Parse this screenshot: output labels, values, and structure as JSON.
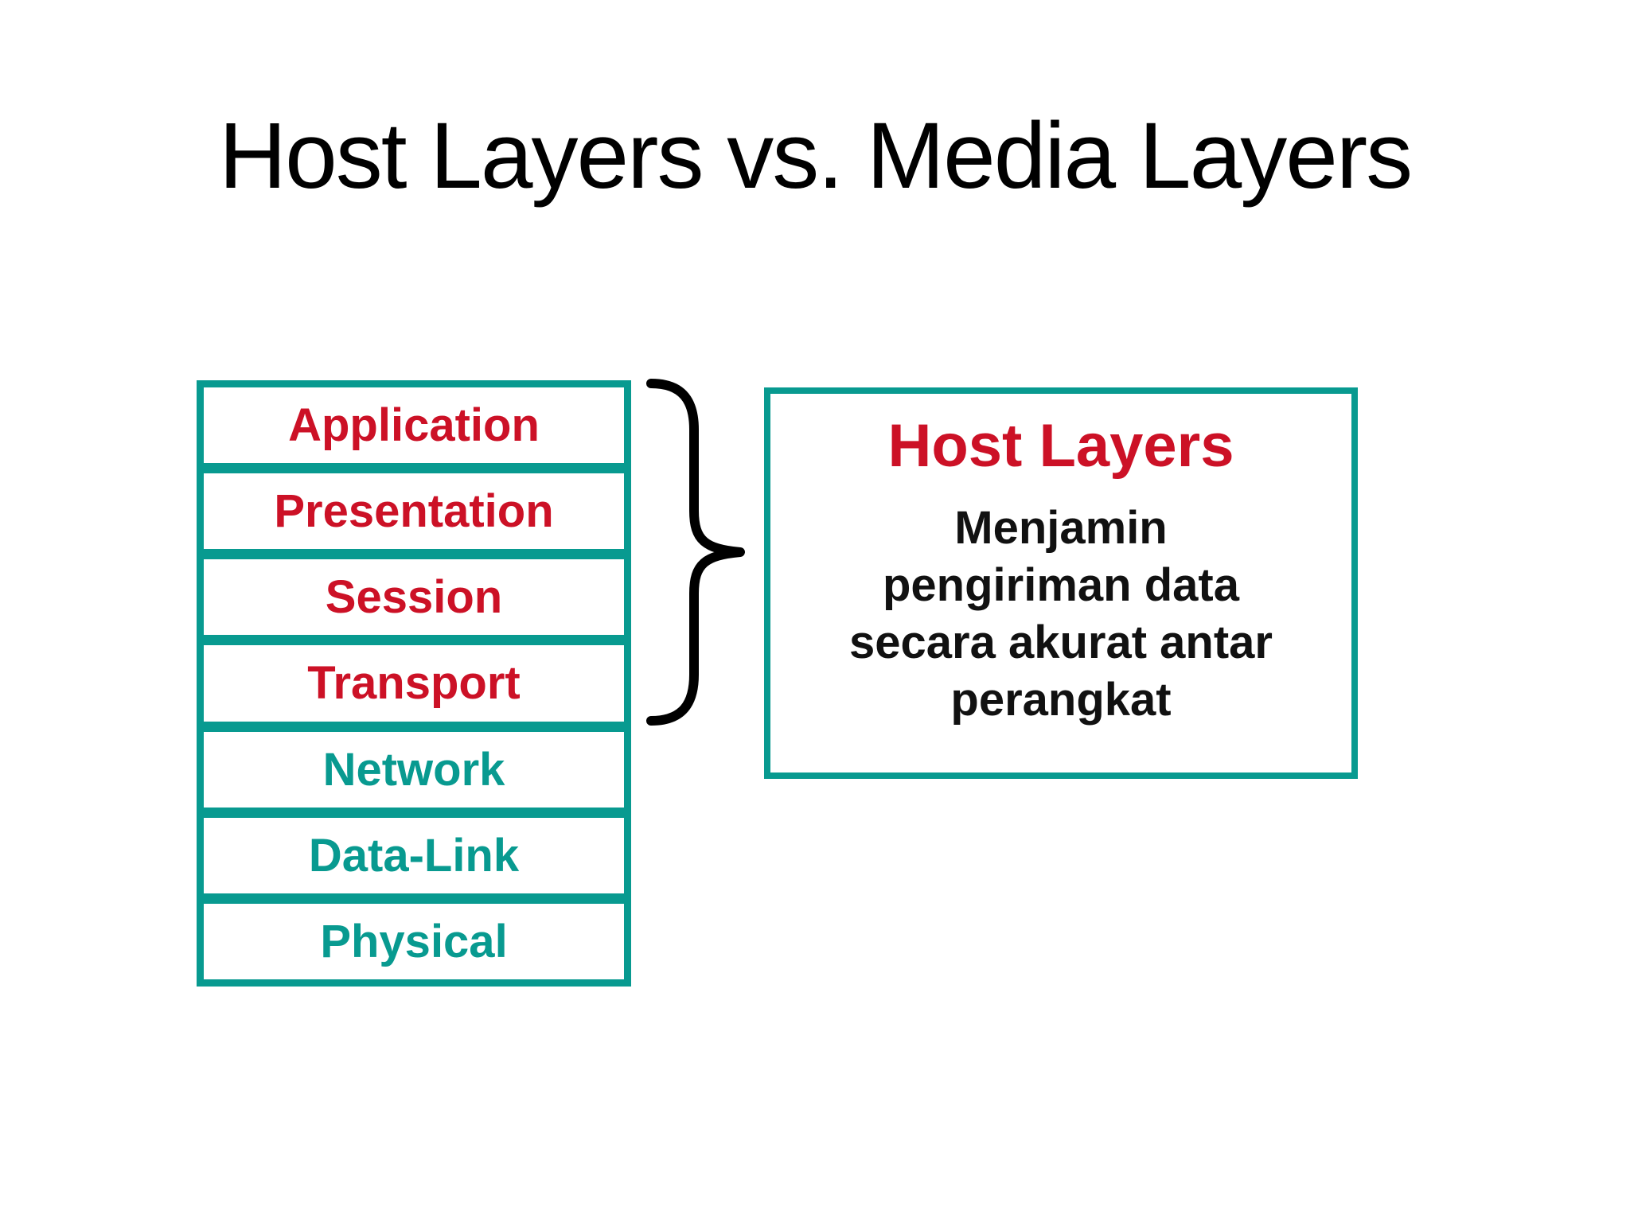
{
  "slide": {
    "title": "Host Layers vs. Media Layers"
  },
  "layer_stack": {
    "layers": [
      {
        "label": "Application",
        "group": "host"
      },
      {
        "label": "Presentation",
        "group": "host"
      },
      {
        "label": "Session",
        "group": "host"
      },
      {
        "label": "Transport",
        "group": "host"
      },
      {
        "label": "Network",
        "group": "media"
      },
      {
        "label": "Data-Link",
        "group": "media"
      },
      {
        "label": "Physical",
        "group": "media"
      }
    ]
  },
  "brace": {
    "icon": "right-curly-brace-icon",
    "spans_layers": [
      "Application",
      "Presentation",
      "Session",
      "Transport"
    ]
  },
  "host_box": {
    "title": "Host Layers",
    "description": "Menjamin pengiriman data secara akurat antar perangkat",
    "description_lines": [
      "Menjamin",
      "pengiriman data",
      "secara akurat antar",
      "perangkat"
    ]
  },
  "colors": {
    "teal": "#089A90",
    "red": "#CC1126",
    "title_black": "#000000",
    "body_black": "#111111",
    "background": "#ffffff"
  }
}
